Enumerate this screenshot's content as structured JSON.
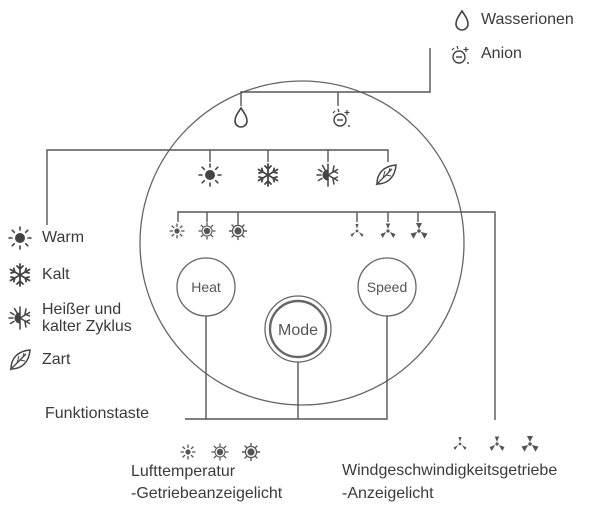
{
  "legend_top": {
    "water_ions": {
      "label": "Wasserionen",
      "icon": "water-drop-icon"
    },
    "anion": {
      "label": "Anion",
      "icon": "anion-icon"
    }
  },
  "legend_left": {
    "warm": {
      "label": "Warm",
      "icon": "sun-icon"
    },
    "cold": {
      "label": "Kalt",
      "icon": "snowflake-icon"
    },
    "cycle": {
      "label": "Heißer und kalter Zyklus",
      "icon": "half-sun-snowflake-icon"
    },
    "gentle": {
      "label": "Zart",
      "icon": "leaf-icon"
    }
  },
  "buttons": {
    "heat": "Heat",
    "speed": "Speed",
    "mode": "Mode"
  },
  "labels": {
    "function_key": "Funktionstaste",
    "air_temp_line1": "Lufttemperatur",
    "air_temp_line2": "-Getriebeanzeigelicht",
    "wind_line1": "Windgeschwindigkeitsgetriebe",
    "wind_line2": "-Anzeigelicht"
  },
  "colors": {
    "line": "#555555",
    "text": "#3a3a3a"
  }
}
